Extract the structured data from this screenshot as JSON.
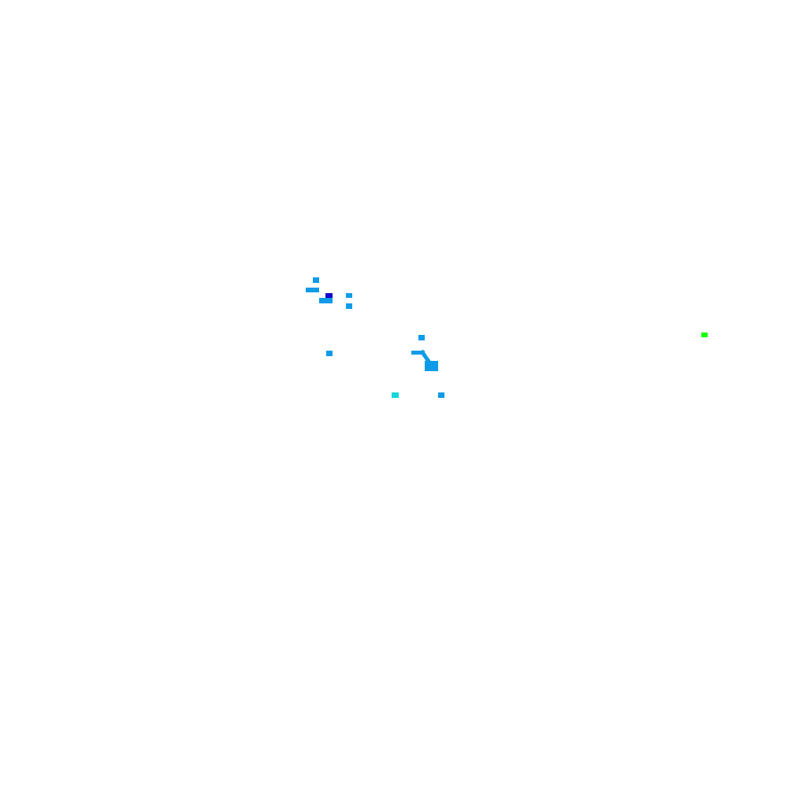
{
  "colors": {
    "background": "#ffffff",
    "primary_blue": "#0f9be8",
    "dark_blue": "#1400cf",
    "cyan": "#17d6d8",
    "green": "#14ff00"
  },
  "marks": [
    {
      "name": "blue-dot",
      "color_key": "primary_blue"
    },
    {
      "name": "blue-dash",
      "color_key": "primary_blue"
    },
    {
      "name": "dark-blue-dot",
      "color_key": "dark_blue"
    },
    {
      "name": "blue-dash",
      "color_key": "primary_blue"
    },
    {
      "name": "blue-dot",
      "color_key": "primary_blue"
    },
    {
      "name": "blue-dot",
      "color_key": "primary_blue"
    },
    {
      "name": "blue-dot",
      "color_key": "primary_blue"
    },
    {
      "name": "blue-dot",
      "color_key": "primary_blue"
    },
    {
      "name": "blue-dash",
      "color_key": "primary_blue"
    },
    {
      "name": "blue-diagonal-stroke",
      "color_key": "primary_blue"
    },
    {
      "name": "blue-block",
      "color_key": "primary_blue"
    },
    {
      "name": "cyan-dot",
      "color_key": "cyan"
    },
    {
      "name": "blue-dot",
      "color_key": "primary_blue"
    },
    {
      "name": "green-dot",
      "color_key": "green"
    }
  ]
}
